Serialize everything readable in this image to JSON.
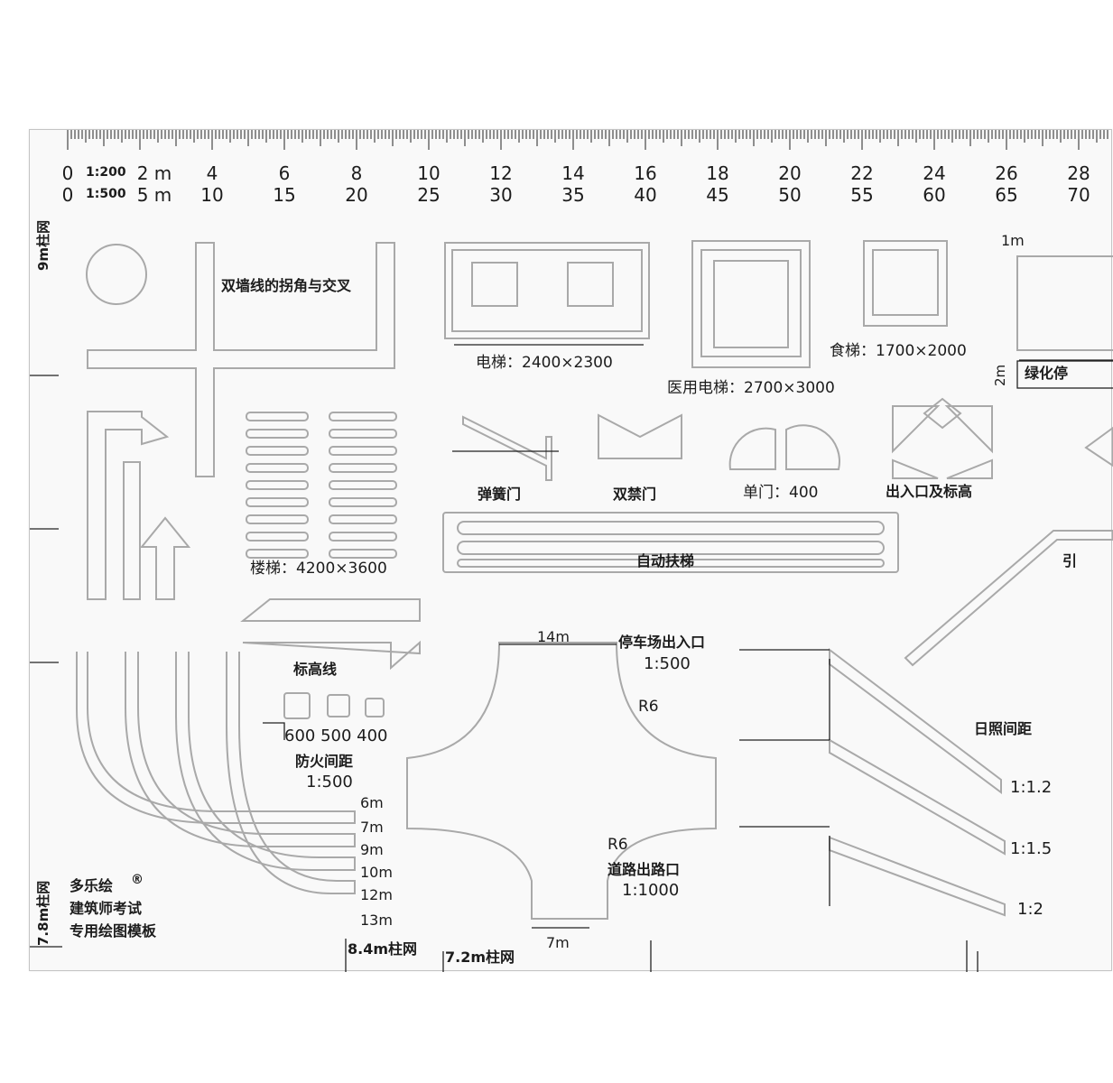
{
  "ruler": {
    "scale_a": {
      "zero": "0",
      "name": "1:200",
      "first": "2 m",
      "numbers": [
        "4",
        "6",
        "8",
        "10",
        "12",
        "14",
        "16",
        "18",
        "20",
        "22",
        "24",
        "26",
        "28"
      ]
    },
    "scale_b": {
      "zero": "0",
      "name": "1:500",
      "first": "5 m",
      "numbers": [
        "10",
        "15",
        "20",
        "25",
        "30",
        "35",
        "40",
        "45",
        "50",
        "55",
        "60",
        "65",
        "70"
      ]
    }
  },
  "left_labels": {
    "grid_9m": "9m柱网",
    "grid_78m": "7.8m柱网"
  },
  "bottom_labels": {
    "grid_84m": "8.4m柱网",
    "grid_72m": "7.2m柱网"
  },
  "labels": {
    "double_wall": "双墙线的拐角与交叉",
    "elevator": "电梯：2400×2300",
    "medical_elevator": "医用电梯：2700×3000",
    "food_lift": "食梯：1700×2000",
    "one_m": "1m",
    "two_m": "2m",
    "green_parking": "绿化停",
    "stairs": "楼梯：4200×3600",
    "spring_door": "弹簧门",
    "double_swing_door": "双禁门",
    "single_door": "单门：400",
    "entrance_elevation": "出入口及标高",
    "escalator": "自动扶梯",
    "leader": "引",
    "elevation_line": "标高线",
    "sizes": "600 500 400",
    "fire_spacing": "防火间距",
    "fire_scale": "1:500",
    "parking_entrance": "停车场出入口",
    "parking_scale": "1:500",
    "width_14m": "14m",
    "width_7m": "7m",
    "r6_top": "R6",
    "r6_bottom": "R6",
    "road_exit": "道路出路口",
    "road_scale": "1:1000",
    "sunlight": "日照间距",
    "ratio_1": "1:1.2",
    "ratio_2": "1:1.5",
    "ratio_3": "1:2",
    "radii": [
      "6m",
      "7m",
      "9m",
      "10m",
      "12m",
      "13m"
    ],
    "brand": "多乐绘",
    "registered": "®",
    "subtitle_1": "建筑师考试",
    "subtitle_2": "专用绘图模板"
  }
}
